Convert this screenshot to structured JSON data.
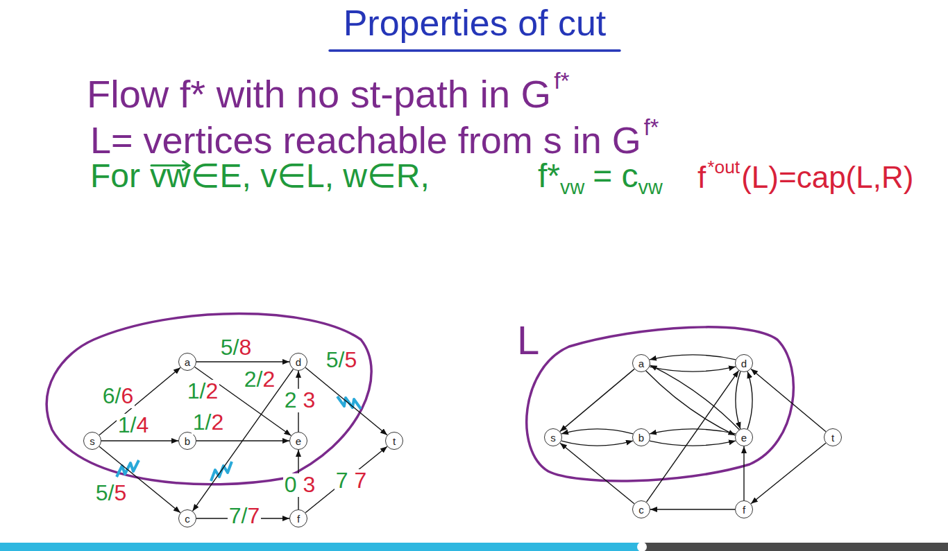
{
  "diagram": {
    "title": "Properties of cut",
    "nodes": [
      {
        "text": [
          "s"
        ]
      },
      {
        "text": [
          "a"
        ]
      },
      {
        "text": [
          "b"
        ]
      },
      {
        "text": [
          "c"
        ]
      },
      {
        "text": [
          "d"
        ]
      },
      {
        "text": [
          "e"
        ]
      },
      {
        "text": [
          "f"
        ]
      },
      {
        "text": [
          "t"
        ]
      },
      {
        "text": [
          "s"
        ]
      },
      {
        "text": [
          "a"
        ]
      },
      {
        "text": [
          "b"
        ]
      },
      {
        "text": [
          "c"
        ]
      },
      {
        "text": [
          "d"
        ]
      },
      {
        "text": [
          "e"
        ]
      },
      {
        "text": [
          "f"
        ]
      },
      {
        "text": [
          "t"
        ]
      }
    ],
    "edges": [
      {
        "from": 0,
        "to": 1,
        "arrow": "to",
        "label": "6/6"
      },
      {
        "from": 0,
        "to": 2,
        "arrow": "to",
        "label": "1/4"
      },
      {
        "from": 0,
        "to": 3,
        "arrow": "to",
        "label": "5/5"
      },
      {
        "from": 1,
        "to": 4,
        "arrow": "to",
        "label": "5/8"
      },
      {
        "from": 1,
        "to": 5,
        "arrow": "to",
        "label": "1/2"
      },
      {
        "from": 2,
        "to": 5,
        "arrow": "to",
        "label": "1/2"
      },
      {
        "from": 4,
        "to": 3,
        "arrow": "to",
        "label": "2/2"
      },
      {
        "from": 5,
        "to": 4,
        "arrow": "to",
        "label": "2 3"
      },
      {
        "from": 4,
        "to": 7,
        "arrow": "to",
        "label": "5/5"
      },
      {
        "from": 3,
        "to": 6,
        "arrow": "to",
        "label": "7/7"
      },
      {
        "from": 6,
        "to": 5,
        "arrow": "to",
        "label": "0 3"
      },
      {
        "from": 6,
        "to": 7,
        "arrow": "to",
        "label": "7 7"
      },
      {
        "from": 9,
        "to": 8,
        "arrow": "to"
      },
      {
        "from": 8,
        "to": 10,
        "arrow": "to"
      },
      {
        "from": 10,
        "to": 8,
        "arrow": "to"
      },
      {
        "from": 11,
        "to": 8,
        "arrow": "to"
      },
      {
        "from": 9,
        "to": 12,
        "arrow": "to"
      },
      {
        "from": 12,
        "to": 9,
        "arrow": "to"
      },
      {
        "from": 9,
        "to": 13,
        "arrow": "to"
      },
      {
        "from": 13,
        "to": 9,
        "arrow": "to"
      },
      {
        "from": 10,
        "to": 13,
        "arrow": "to"
      },
      {
        "from": 13,
        "to": 10,
        "arrow": "to"
      },
      {
        "from": 13,
        "to": 12,
        "arrow": "to"
      },
      {
        "from": 12,
        "to": 13,
        "arrow": "to"
      },
      {
        "from": 15,
        "to": 12,
        "arrow": "to"
      },
      {
        "from": 11,
        "to": 12,
        "arrow": "to"
      },
      {
        "from": 14,
        "to": 11,
        "arrow": "to"
      },
      {
        "from": 14,
        "to": 13,
        "arrow": "to"
      },
      {
        "from": 15,
        "to": 14,
        "arrow": "to"
      }
    ],
    "labels": [
      "Flow f* with no st-path in G",
      "f*",
      "L= vertices reachable from s in G",
      "f*",
      "For",
      "vw",
      "∈E, v∈L, w∈R,",
      "f*",
      "vw",
      "= c",
      "vw",
      "f",
      "*out",
      "(L)=cap(L,R)",
      "L"
    ]
  }
}
